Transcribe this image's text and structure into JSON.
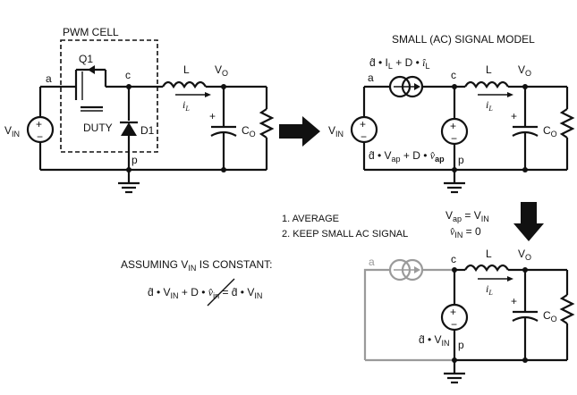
{
  "pwm_cell": {
    "title": "PWM CELL",
    "switch_label": "Q1",
    "duty_label": "DUTY",
    "diode_label": "D1"
  },
  "nodes": {
    "a": "a",
    "c": "c",
    "p": "p"
  },
  "components": {
    "inductor": "L",
    "cap_plus": "+",
    "vin_plus": "+",
    "vin_minus": "−",
    "src_plus": "+",
    "src_minus": "−"
  },
  "sub": {
    "in": "IN",
    "o": "O",
    "ap": "ap"
  },
  "labels": {
    "v": "V",
    "c": "C",
    "i_l": "i",
    "i_l_sub": "L"
  },
  "small_signal": {
    "title": "SMALL (AC) SIGNAL MODEL",
    "current_expr": "d̂ • I_L + D • î_L",
    "voltage_expr": "d̂ • V_ap + D • v̂_ap"
  },
  "steps": {
    "step1": "1. AVERAGE",
    "step2": "2. KEEP SMALL AC SIGNAL",
    "cond1": "V_ap = V_IN",
    "cond2": "v̂_IN = 0"
  },
  "assumption": {
    "text": "ASSUMING V_IN IS CONSTANT:",
    "equation": "d̂ • V_IN + D • v̂_in = d̂ • V_IN"
  },
  "bottom": {
    "source_label": "d̂ • V_IN"
  }
}
